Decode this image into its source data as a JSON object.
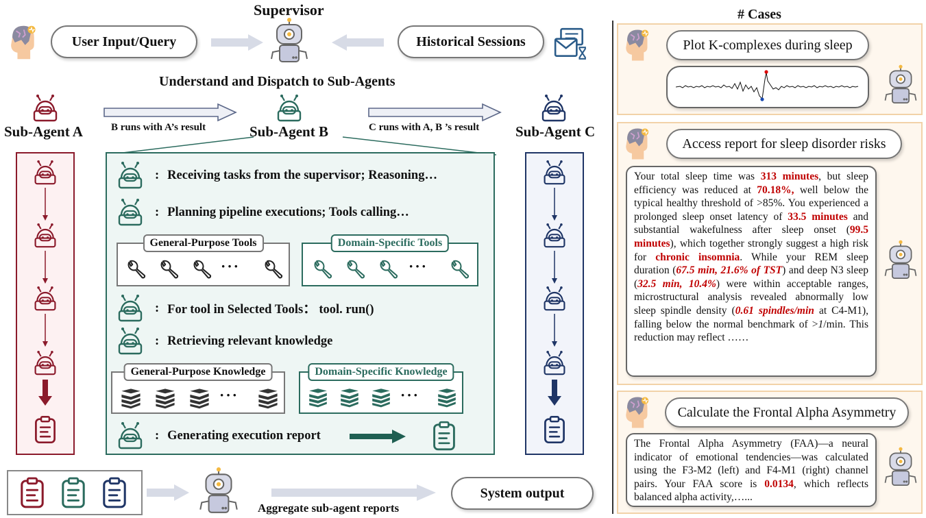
{
  "top": {
    "supervisor": "Supervisor",
    "user_input": "User Input/Query",
    "historical": "Historical Sessions",
    "dispatch": "Understand and Dispatch to Sub-Agents"
  },
  "agents": {
    "a": "Sub-Agent A",
    "b": "Sub-Agent B",
    "c": "Sub-Agent C",
    "ab_label": "B runs with A’s result",
    "bc_label": "C runs with A, B ’s result"
  },
  "pipeline": {
    "step1": "Receiving tasks from the supervisor;   Reasoning…",
    "step2": "Planning pipeline executions;  Tools calling…",
    "general_tools": "General-Purpose Tools",
    "domain_tools": "Domain-Specific Tools",
    "step3": "For tool in Selected Tools：  tool. run()",
    "step4": "Retrieving relevant knowledge",
    "general_knowledge": "General-Purpose Knowledge",
    "domain_knowledge": "Domain-Specific Knowledge",
    "step5": "Generating execution report",
    "colon": ":",
    "ellipsis": "···"
  },
  "bottom": {
    "aggregate": "Aggregate sub-agent reports",
    "system_output": "System output"
  },
  "cases": {
    "title": "# Cases",
    "case1_query": "Plot K-complexes during sleep",
    "case2_query": "Access report for sleep disorder risks",
    "case3_query": "Calculate the Frontal Alpha Asymmetry",
    "case2_report": [
      {
        "t": "Your total sleep time was ",
        "s": ""
      },
      {
        "t": "313 minutes",
        "s": "red"
      },
      {
        "t": ", but sleep efficiency was reduced at ",
        "s": ""
      },
      {
        "t": "70.18%,",
        "s": "red"
      },
      {
        "t": " well below the typical healthy threshold of >85%. You experienced a prolonged sleep onset latency of ",
        "s": ""
      },
      {
        "t": "33.5 minutes",
        "s": "red"
      },
      {
        "t": " and substantial wakefulness after sleep onset (",
        "s": ""
      },
      {
        "t": "99.5 minutes",
        "s": "red"
      },
      {
        "t": "), which together strongly suggest a high risk for ",
        "s": ""
      },
      {
        "t": "chronic insomnia",
        "s": "red"
      },
      {
        "t": ". While your REM sleep duration (",
        "s": ""
      },
      {
        "t": "67.5 min, 21.6% of TST",
        "s": "redi"
      },
      {
        "t": ") and deep N3 sleep (",
        "s": ""
      },
      {
        "t": "32.5 min, 10.4%",
        "s": "redi"
      },
      {
        "t": ") were within acceptable ranges, microstructural analysis revealed abnormally low sleep spindle density (",
        "s": ""
      },
      {
        "t": "0.61 spindles/min",
        "s": "redi"
      },
      {
        "t": " at C4-M1), falling below the normal benchmark of >",
        "s": ""
      },
      {
        "t": "1",
        "s": "i"
      },
      {
        "t": "/min. This reduction may reflect ……",
        "s": ""
      }
    ],
    "case3_report": [
      {
        "t": "The Frontal Alpha Asymmetry (FAA)—a neural indicator of emotional tendencies—was calculated using the F3-M2 (left) and F4-M1 (right) channel pairs. Your FAA score is ",
        "s": ""
      },
      {
        "t": "0.0134",
        "s": "red"
      },
      {
        "t": ", which reflects balanced alpha activity,…...",
        "s": ""
      }
    ]
  },
  "colors": {
    "agent_a": "#8b1a2b",
    "agent_b": "#2b6b5e",
    "agent_c": "#1f3566",
    "case_bg": "#fef7ee"
  }
}
